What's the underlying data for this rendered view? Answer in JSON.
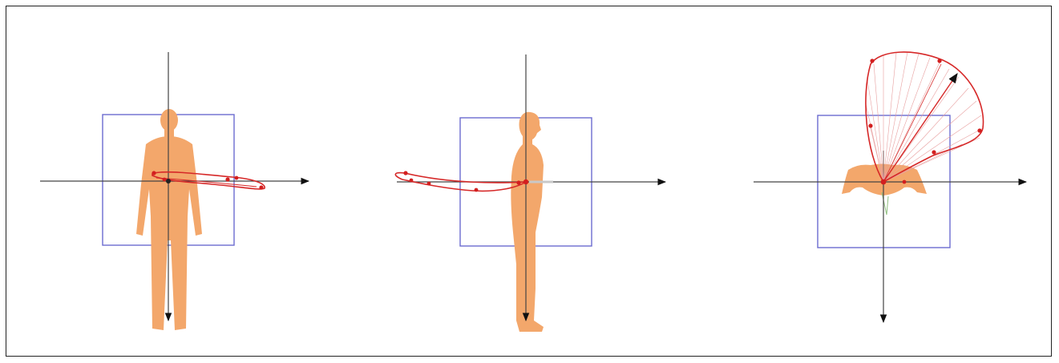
{
  "figure": {
    "panels": [
      {
        "id": "frontal",
        "view": "front"
      },
      {
        "id": "sagittal",
        "view": "side"
      },
      {
        "id": "transverse",
        "view": "top"
      }
    ],
    "colors": {
      "body": "#f3a76b",
      "trajectory": "#d62828",
      "rays": "#e8a0a0",
      "box": "#6b6bcf",
      "axis": "#444444"
    },
    "icons": [
      "arrow-head-icon"
    ]
  }
}
